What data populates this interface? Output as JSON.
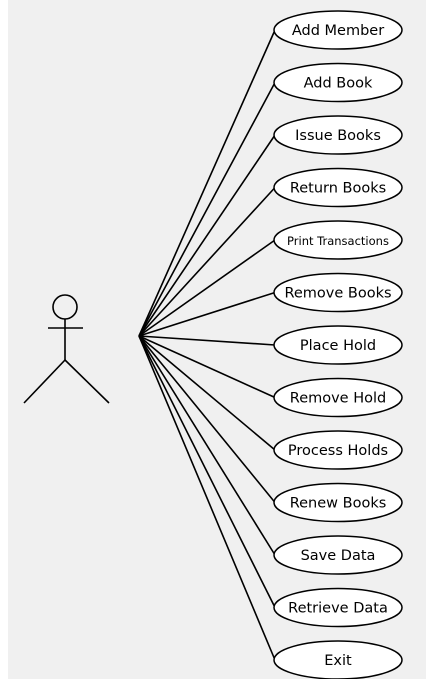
{
  "diagram": {
    "actor": {
      "icon": "stick-figure-actor-icon",
      "label": ""
    },
    "use_cases": [
      {
        "label": "Add Member"
      },
      {
        "label": "Add Book"
      },
      {
        "label": "Issue Books"
      },
      {
        "label": "Return Books"
      },
      {
        "label": "Print Transactions"
      },
      {
        "label": "Remove Books"
      },
      {
        "label": "Place Hold"
      },
      {
        "label": "Remove Hold"
      },
      {
        "label": "Process Holds"
      },
      {
        "label": "Renew Books"
      },
      {
        "label": "Save Data"
      },
      {
        "label": "Retrieve Data"
      },
      {
        "label": "Exit"
      }
    ],
    "colors": {
      "background": "#f0f0f0",
      "stroke": "#000000",
      "ellipse_fill": "#ffffff"
    }
  }
}
